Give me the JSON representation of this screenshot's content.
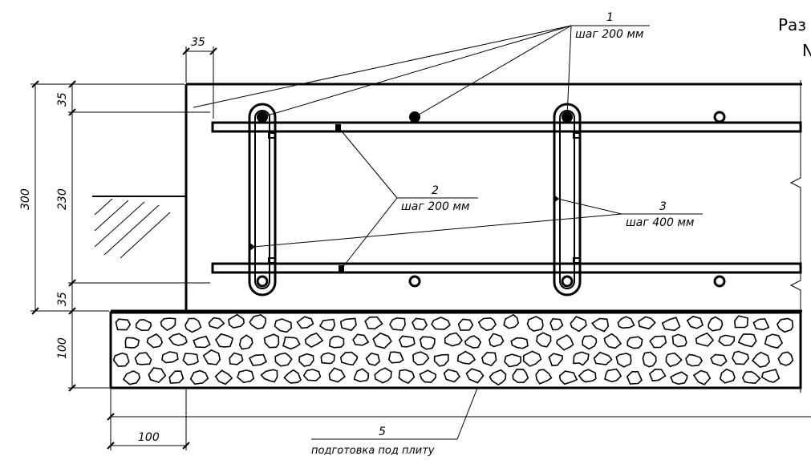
{
  "labels": {
    "callout_1": {
      "num": "1",
      "text": "шаг 200 мм"
    },
    "callout_2": {
      "num": "2",
      "text": "шаг 200 мм"
    },
    "callout_3": {
      "num": "3",
      "text": "шаг 400 мм"
    },
    "callout_5": {
      "num": "5",
      "text": "подготовка под плиту"
    }
  },
  "dimensions": {
    "top_cover": "35",
    "height_total": "300",
    "height_core": "230",
    "top_offset": "35",
    "bottom_offset": "35",
    "prep_thickness": "100",
    "prep_overhang": "100"
  },
  "corner_text": {
    "line1": "Раз",
    "line2": "N"
  }
}
